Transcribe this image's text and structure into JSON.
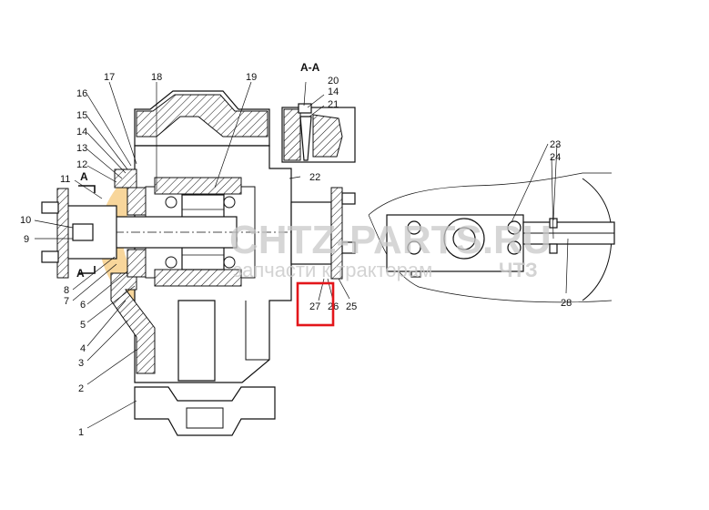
{
  "section_label": "A-A",
  "section_marks": {
    "upper": "A",
    "lower": "A"
  },
  "watermark": {
    "brand": "CHTZ-PARTS.RU",
    "tagline": "запчасти к тракторам",
    "logo": "ЧТЗ"
  },
  "callouts": [
    {
      "id": "1",
      "text": "1"
    },
    {
      "id": "2",
      "text": "2"
    },
    {
      "id": "3",
      "text": "3"
    },
    {
      "id": "4",
      "text": "4"
    },
    {
      "id": "5",
      "text": "5"
    },
    {
      "id": "6",
      "text": "6"
    },
    {
      "id": "7",
      "text": "7"
    },
    {
      "id": "8",
      "text": "8"
    },
    {
      "id": "9",
      "text": "9"
    },
    {
      "id": "10",
      "text": "10"
    },
    {
      "id": "11",
      "text": "11"
    },
    {
      "id": "12",
      "text": "12"
    },
    {
      "id": "13",
      "text": "13"
    },
    {
      "id": "14",
      "text": "14"
    },
    {
      "id": "15",
      "text": "15"
    },
    {
      "id": "16",
      "text": "16"
    },
    {
      "id": "17",
      "text": "17"
    },
    {
      "id": "18",
      "text": "18"
    },
    {
      "id": "19",
      "text": "19"
    },
    {
      "id": "20",
      "text": "20"
    },
    {
      "id": "14b",
      "text": "14"
    },
    {
      "id": "21",
      "text": "21"
    },
    {
      "id": "22",
      "text": "22"
    },
    {
      "id": "23",
      "text": "23"
    },
    {
      "id": "24",
      "text": "24"
    },
    {
      "id": "25",
      "text": "25"
    },
    {
      "id": "26",
      "text": "26"
    },
    {
      "id": "27",
      "text": "27"
    },
    {
      "id": "28",
      "text": "28"
    }
  ],
  "highlighted_callout": "27",
  "colors": {
    "line": "#111111",
    "highlight": "#e3161b",
    "watermark": "#c9c9c9",
    "gear": "#f3b54a"
  }
}
